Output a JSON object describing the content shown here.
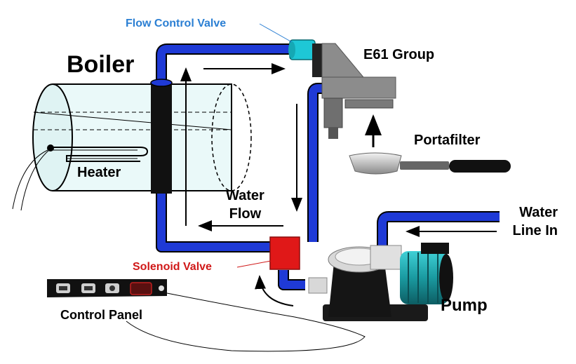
{
  "labels": {
    "boiler": "Boiler",
    "e61_group": "E61 Group",
    "flow_control_valve": "Flow Control Valve",
    "heater": "Heater",
    "portafilter": "Portafilter",
    "water_flow_line1": "Water",
    "water_flow_line2": "Flow",
    "water_line_line1": "Water",
    "water_line_line2": "Line In",
    "solenoid_valve": "Solenoid Valve",
    "control_panel": "Control Panel",
    "pump": "Pump"
  },
  "colors": {
    "pipe": "#1f3ad6",
    "flow_control_valve": "#1ec7d6",
    "solenoid_valve": "#e01818",
    "flow_control_label": "#2b7fd3",
    "solenoid_label": "#d01818",
    "group_head": "#8c8c8c",
    "pump_body": "#1a9aa0"
  }
}
